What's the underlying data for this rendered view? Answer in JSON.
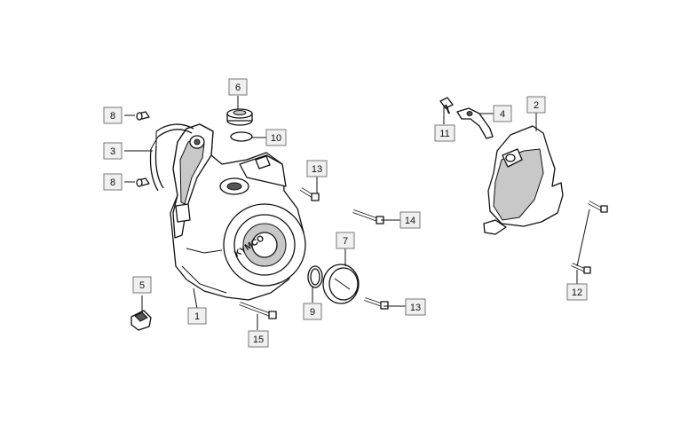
{
  "callouts": [
    {
      "id": "c1",
      "number": "1"
    },
    {
      "id": "c2",
      "number": "2"
    },
    {
      "id": "c3",
      "number": "3"
    },
    {
      "id": "c4",
      "number": "4"
    },
    {
      "id": "c5",
      "number": "5"
    },
    {
      "id": "c6",
      "number": "6"
    },
    {
      "id": "c7",
      "number": "7"
    },
    {
      "id": "c8a",
      "number": "8"
    },
    {
      "id": "c8b",
      "number": "8"
    },
    {
      "id": "c9",
      "number": "9"
    },
    {
      "id": "c10",
      "number": "10"
    },
    {
      "id": "c11",
      "number": "11"
    },
    {
      "id": "c12",
      "number": "12"
    },
    {
      "id": "c13a",
      "number": "13"
    },
    {
      "id": "c13b",
      "number": "13"
    },
    {
      "id": "c14",
      "number": "14"
    },
    {
      "id": "c15",
      "number": "15"
    }
  ],
  "cover_lettering": "KYMCO",
  "colors": {
    "line": "#111111",
    "label_box": "#f0f0f0",
    "label_border": "#777777"
  }
}
